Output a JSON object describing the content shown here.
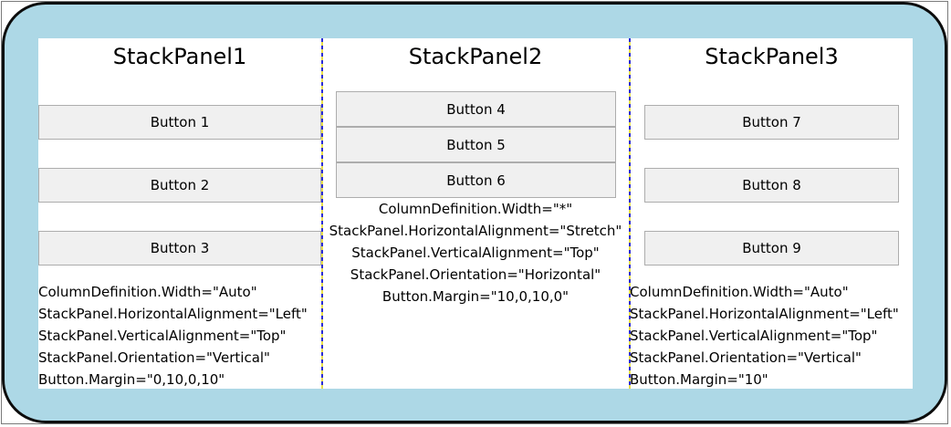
{
  "panels": {
    "panel1": {
      "title": "StackPanel1",
      "buttons": [
        "Button 1",
        "Button 2",
        "Button 3"
      ],
      "notes": [
        "ColumnDefinition.Width=\"Auto\"",
        "StackPanel.HorizontalAlignment=\"Left\"",
        "StackPanel.VerticalAlignment=\"Top\"",
        "StackPanel.Orientation=\"Vertical\"",
        "Button.Margin=\"0,10,0,10\""
      ]
    },
    "panel2": {
      "title": "StackPanel2",
      "buttons": [
        "Button 4",
        "Button 5",
        "Button 6"
      ],
      "notes": [
        "ColumnDefinition.Width=\"*\"",
        "StackPanel.HorizontalAlignment=\"Stretch\"",
        "StackPanel.VerticalAlignment=\"Top\"",
        "StackPanel.Orientation=\"Horizontal\"",
        "Button.Margin=\"10,0,10,0\""
      ]
    },
    "panel3": {
      "title": "StackPanel3",
      "buttons": [
        "Button 7",
        "Button 8",
        "Button 9"
      ],
      "notes": [
        "ColumnDefinition.Width=\"Auto\"",
        "StackPanel.HorizontalAlignment=\"Left\"",
        "StackPanel.VerticalAlignment=\"Top\"",
        "StackPanel.Orientation=\"Vertical\"",
        "Button.Margin=\"10\""
      ]
    }
  },
  "colors": {
    "background": "#add8e6",
    "border": "#0c0c0c",
    "splitter_blue": "#2b2bd6",
    "splitter_yellow": "#e8e04a",
    "button_face": "#f0f0f0",
    "button_border": "#adadad"
  }
}
